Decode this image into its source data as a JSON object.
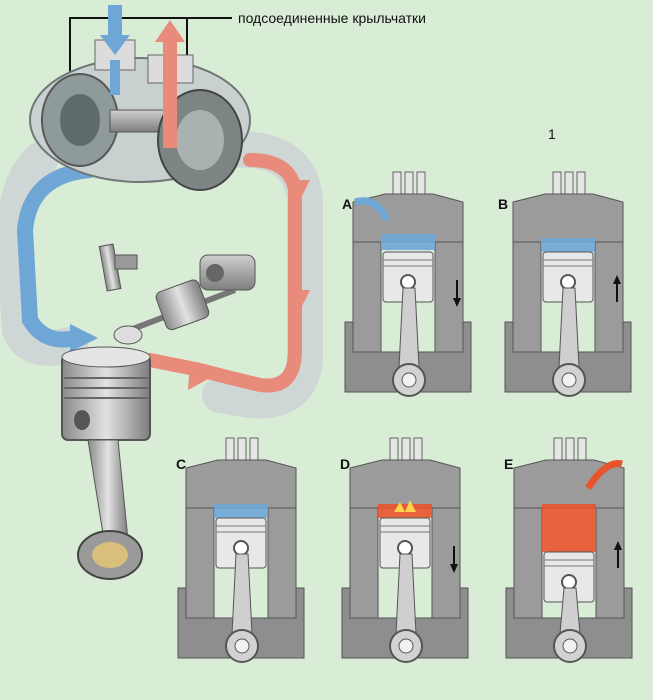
{
  "caption": "подсоединенные крыльчатки",
  "colors": {
    "background": "#d9ecd6",
    "intake_air": "#6ea6d6",
    "exhaust_gas": "#e98b7a",
    "cylinder_body": "#9b9b9b",
    "piston": "#e6e6e6",
    "combustion": "#e8542e"
  },
  "panels": [
    {
      "label": "A",
      "marker": "",
      "gas": "intake",
      "direction": "down"
    },
    {
      "label": "B",
      "marker": "1",
      "gas": "compressed",
      "direction": "up"
    },
    {
      "label": "C",
      "marker": "",
      "gas": "compressed",
      "direction": "none"
    },
    {
      "label": "D",
      "marker": "",
      "gas": "ignition",
      "direction": "down"
    },
    {
      "label": "E",
      "marker": "",
      "gas": "exhaust",
      "direction": "up"
    }
  ]
}
